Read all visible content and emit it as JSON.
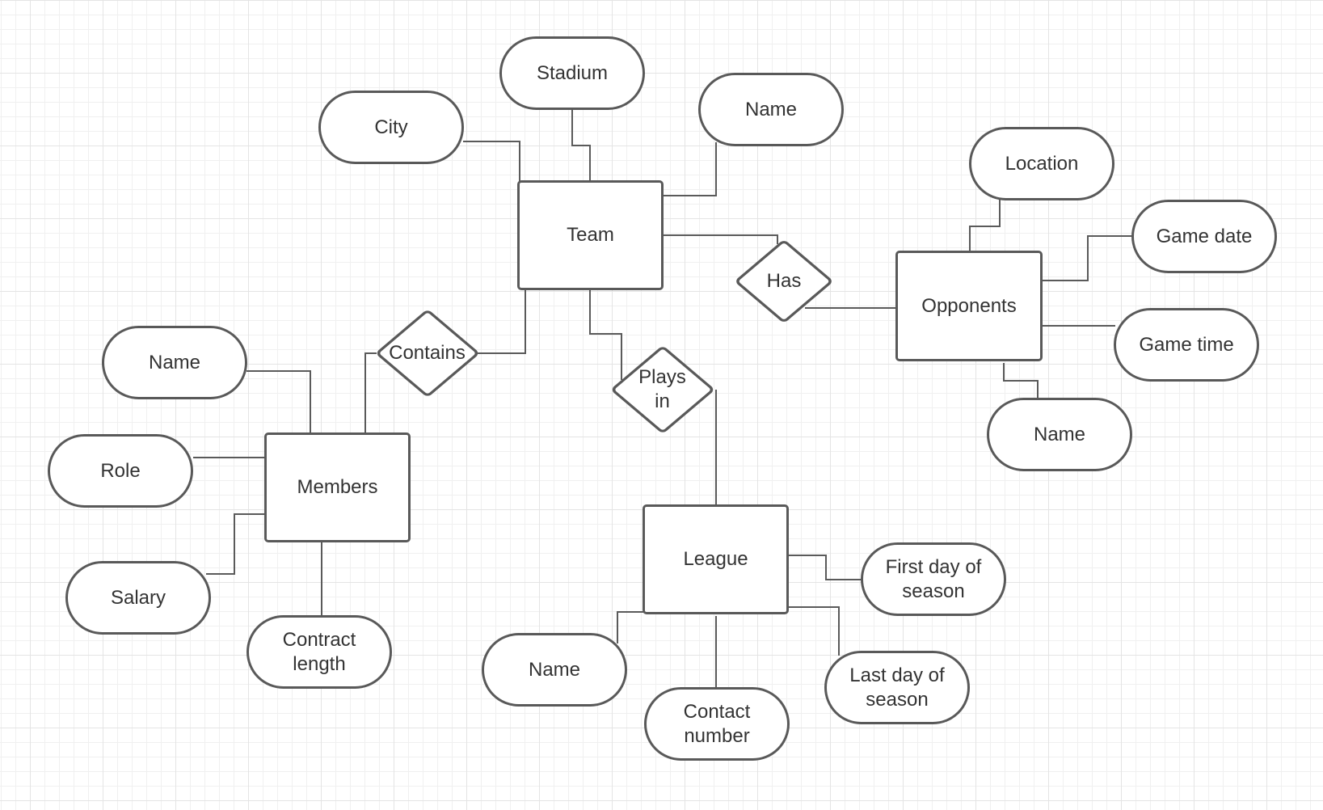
{
  "entities": {
    "team": "Team",
    "members": "Members",
    "league": "League",
    "opponents": "Opponents"
  },
  "relationships": {
    "contains": "Contains",
    "plays_in": "Plays in",
    "has": "Has"
  },
  "attributes": {
    "team": {
      "city": "City",
      "stadium": "Stadium",
      "name": "Name"
    },
    "members": {
      "name": "Name",
      "role": "Role",
      "salary": "Salary",
      "contract_length": "Contract length"
    },
    "league": {
      "name": "Name",
      "contact_number": "Contact number",
      "first_day_of_season": "First day of season",
      "last_day_of_season": "Last day of season"
    },
    "opponents": {
      "location": "Location",
      "game_date": "Game date",
      "game_time": "Game time",
      "name": "Name"
    }
  }
}
